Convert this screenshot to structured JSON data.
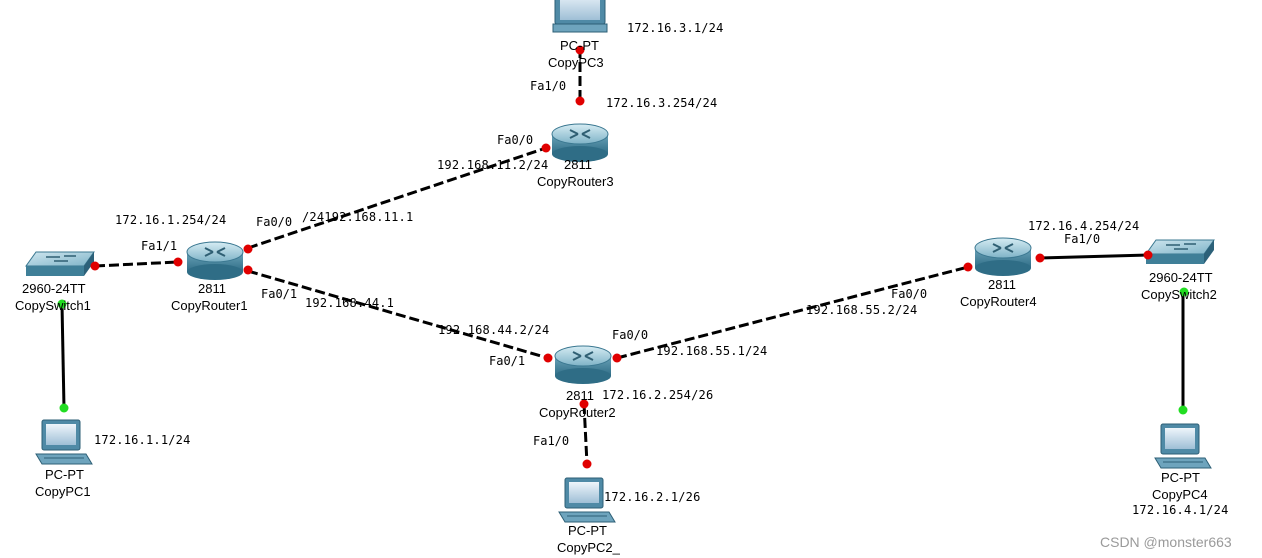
{
  "devices": {
    "pc3": {
      "model": "PC-PT",
      "name": "CopyPC3",
      "ip": "172.16.3.1/24"
    },
    "router3": {
      "model": "2811",
      "name": "CopyRouter3",
      "fa1_0": "Fa1/0",
      "fa1_0_ip": "172.16.3.254/24",
      "fa0_0": "Fa0/0",
      "fa0_0_ip": "192.168.11.2/24"
    },
    "router1": {
      "model": "2811",
      "name": "CopyRouter1",
      "lan_ip": "172.16.1.254/24",
      "fa1_1": "Fa1/1",
      "fa0_0": "Fa0/0",
      "fa0_0_ip": "/24192.168.11.1",
      "fa0_1": "Fa0/1",
      "fa0_1_ip": "192.168.44.1"
    },
    "switch1": {
      "model": "2960-24TT",
      "name": "CopySwitch1"
    },
    "pc1": {
      "model": "PC-PT",
      "name": "CopyPC1",
      "ip": "172.16.1.1/24"
    },
    "router2": {
      "model": "2811",
      "name": "CopyRouter2",
      "fa0_1": "Fa0/1",
      "fa0_1_ip": "192.168.44.2/24",
      "fa0_0": "Fa0/0",
      "fa0_0_ip": "192.168.55.1/24",
      "lan_ip": "172.16.2.254/26",
      "fa1_0": "Fa1/0"
    },
    "pc2": {
      "model": "PC-PT",
      "name": "CopyPC2_",
      "ip": "172.16.2.1/26"
    },
    "router4": {
      "model": "2811",
      "name": "CopyRouter4",
      "fa0_0": "Fa0/0",
      "fa0_0_ip": "192.168.55.2/24",
      "lan_ip": "172.16.4.254/24",
      "fa1_0": "Fa1/0"
    },
    "switch2": {
      "model": "2960-24TT",
      "name": "CopySwitch2"
    },
    "pc4": {
      "model": "PC-PT",
      "name": "CopyPC4",
      "ip": "172.16.4.1/24"
    }
  },
  "watermark": "CSDN @monster663",
  "colors": {
    "link": "#000000",
    "port_down": "#e00000",
    "port_up": "#22dd22",
    "device_body": "#4e8fa8"
  }
}
